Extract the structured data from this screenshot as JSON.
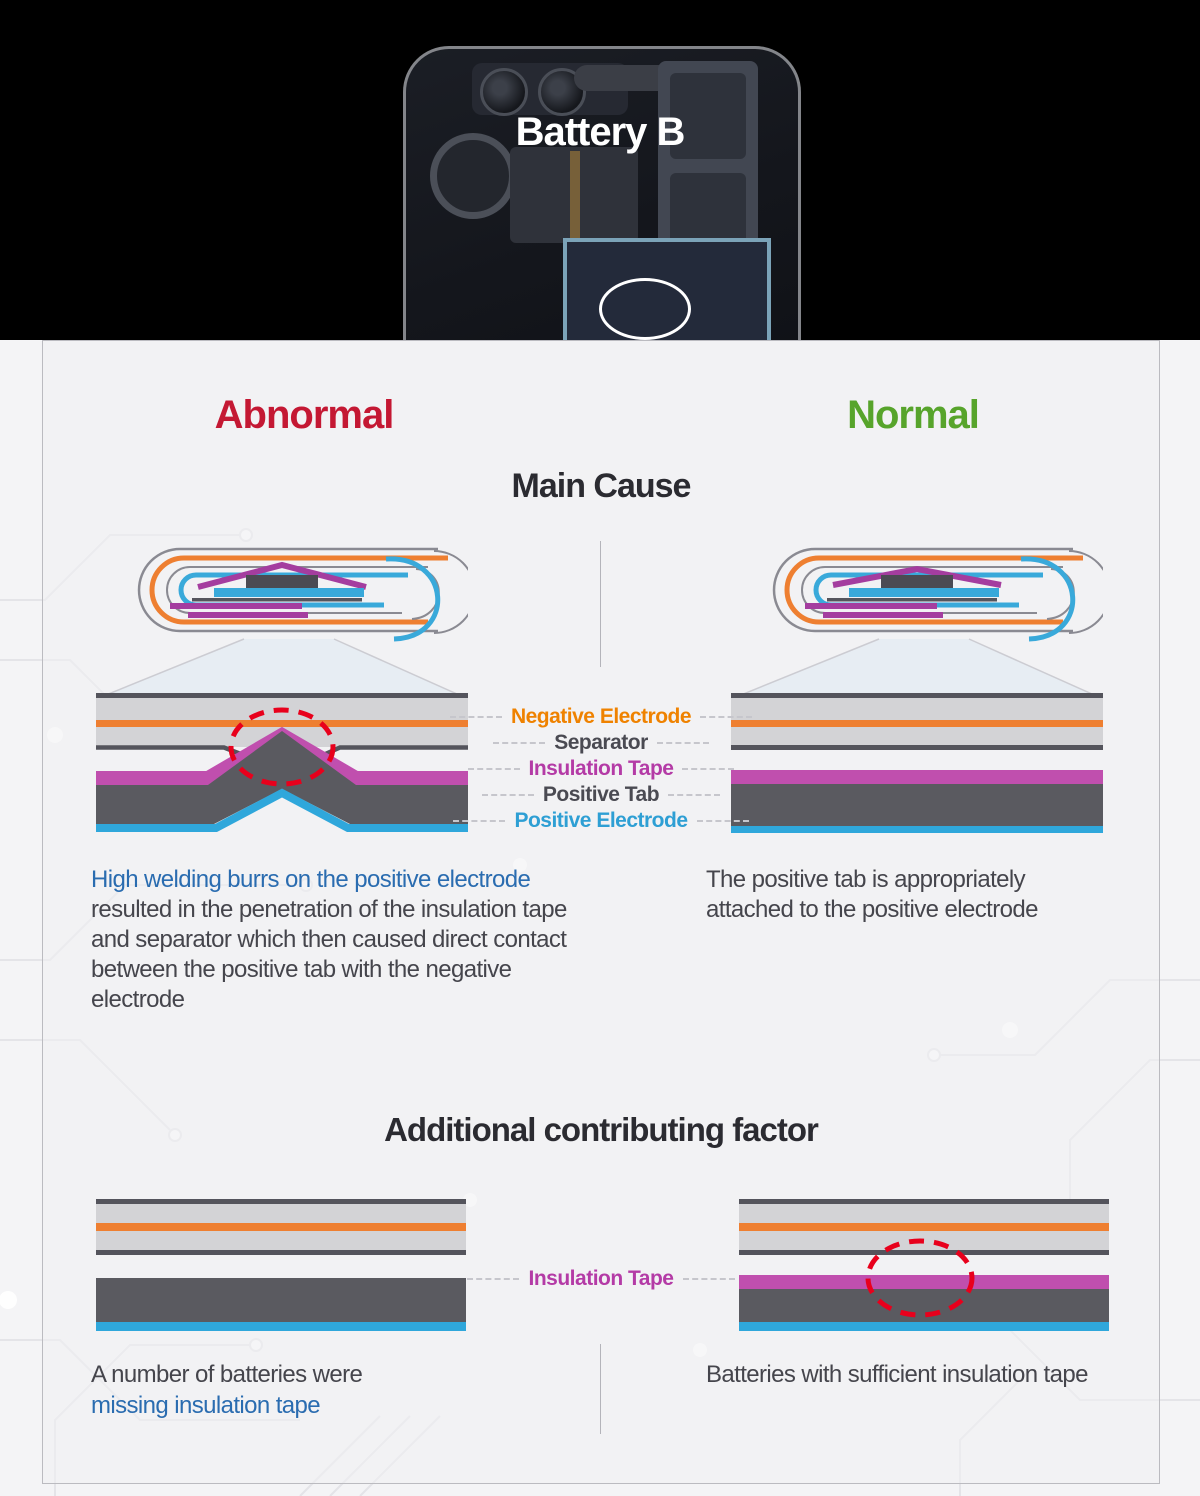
{
  "top": {
    "title": "Battery B"
  },
  "panel": {
    "headers": {
      "abnormal": "Abnormal",
      "normal": "Normal"
    },
    "main_cause": {
      "title": "Main Cause",
      "layer_labels": [
        {
          "label": "Negative Electrode",
          "color": "#ef8200"
        },
        {
          "label": "Separator",
          "color": "#4a4a52"
        },
        {
          "label": "Insulation Tape",
          "color": "#b43ba6"
        },
        {
          "label": "Positive Tab",
          "color": "#4a4a52"
        },
        {
          "label": "Positive Electrode",
          "color": "#2e9fd4"
        }
      ],
      "abnormal_text": {
        "highlight": "High welding burrs on the positive electrode",
        "rest": " resulted in the penetration of the insulation tape and separator which then caused direct contact between the positive tab with the negative electrode"
      },
      "normal_text": "The positive tab is appropriately attached to the positive electrode"
    },
    "additional": {
      "title": "Additional contributing factor",
      "tape_label": "Insulation Tape",
      "abnormal_caption": {
        "line1": "A number of batteries were",
        "line2": "missing insulation tape"
      },
      "normal_caption": "Batteries with sufficient insulation tape"
    },
    "colors": {
      "abnormal_red": "#c41833",
      "normal_green": "#57a42b",
      "negative_electrode_orange": "#ee7f31",
      "separator_gray": "#d3d3d6",
      "insulation_tape_magenta": "#c04fae",
      "positive_tab_dark": "#5a5a60",
      "positive_electrode_blue": "#2fa7db",
      "defect_circle_red": "#e8001c",
      "highlight_text_blue": "#2a6cb0"
    }
  }
}
